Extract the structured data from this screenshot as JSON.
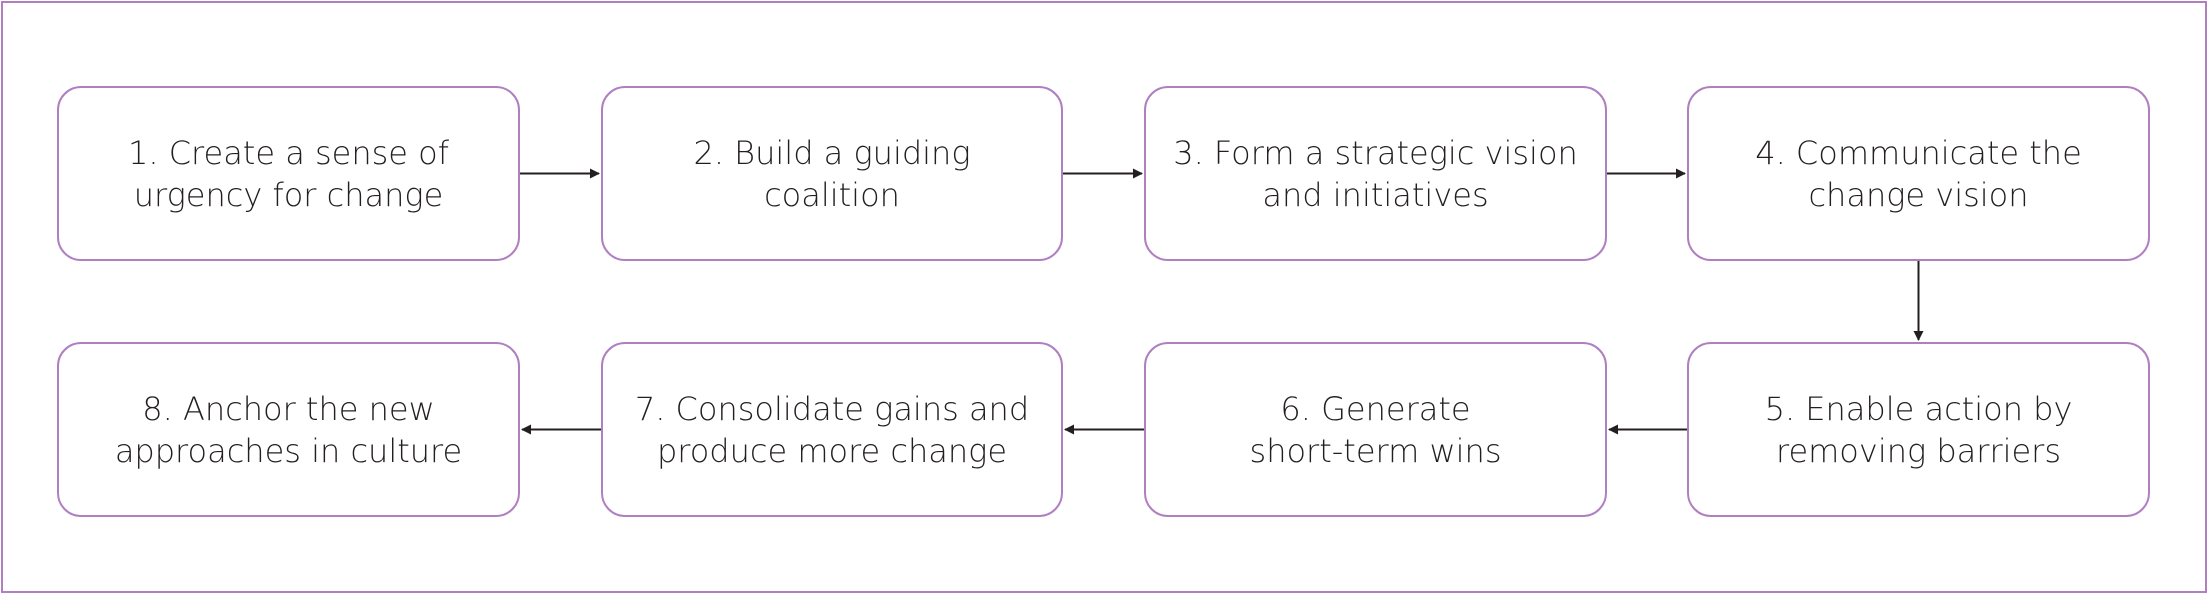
{
  "diagram": {
    "border_color": "#b07fc0",
    "arrow_color": "#231f20",
    "steps": [
      {
        "label": "1. Create a sense of\nurgency for change"
      },
      {
        "label": "2. Build a guiding\ncoalition"
      },
      {
        "label": "3. Form a strategic vision\nand initiatives"
      },
      {
        "label": "4. Communicate the\nchange vision"
      },
      {
        "label": "5. Enable action by\nremoving barriers"
      },
      {
        "label": "6. Generate\nshort-term wins"
      },
      {
        "label": "7. Consolidate gains and\nproduce more change"
      },
      {
        "label": "8. Anchor the new\napproaches in culture"
      }
    ],
    "connections": [
      [
        0,
        1
      ],
      [
        1,
        2
      ],
      [
        2,
        3
      ],
      [
        3,
        4
      ],
      [
        4,
        5
      ],
      [
        5,
        6
      ],
      [
        6,
        7
      ]
    ]
  }
}
